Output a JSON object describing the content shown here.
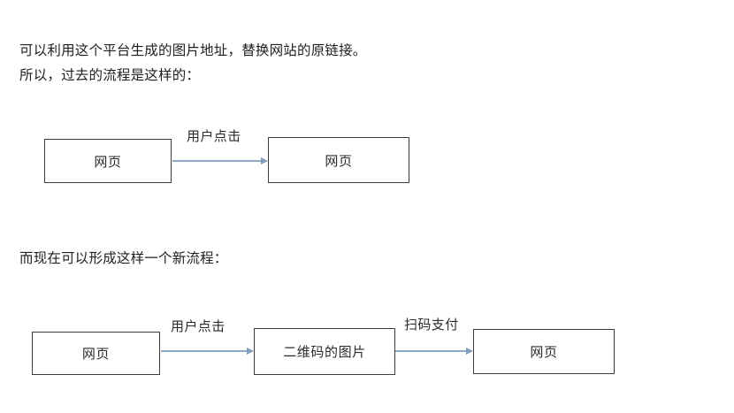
{
  "document": {
    "background_color": "#ffffff",
    "text_color": "#1f1f1f",
    "box_border_color": "#3d3d3d",
    "arrow_color": "#8ea9c4"
  },
  "paragraphs": [
    {
      "id": "line-1",
      "text": "可以利用这个平台生成的图片地址，替换网站的原链接。"
    },
    {
      "id": "line-2",
      "text": "所以，过去的流程是这样的："
    },
    {
      "id": "line-3",
      "text": "而现在可以形成这样一个新流程："
    }
  ],
  "flows": [
    {
      "name": "old-flow",
      "nodes": [
        {
          "id": "flow1-box-a",
          "label": "网页"
        },
        {
          "id": "flow1-box-b",
          "label": "网页"
        }
      ],
      "edges": [
        {
          "id": "arrow-1",
          "label": "用户点击",
          "from": "flow1-box-a",
          "to": "flow1-box-b"
        }
      ]
    },
    {
      "name": "new-flow",
      "nodes": [
        {
          "id": "flow2-box-a",
          "label": "网页"
        },
        {
          "id": "flow2-box-b",
          "label": "二维码的图片"
        },
        {
          "id": "flow2-box-c",
          "label": "网页"
        }
      ],
      "edges": [
        {
          "id": "arrow-2",
          "label": "用户点击",
          "from": "flow2-box-a",
          "to": "flow2-box-b"
        },
        {
          "id": "arrow-3",
          "label": "扫码支付",
          "from": "flow2-box-b",
          "to": "flow2-box-c"
        }
      ]
    }
  ]
}
